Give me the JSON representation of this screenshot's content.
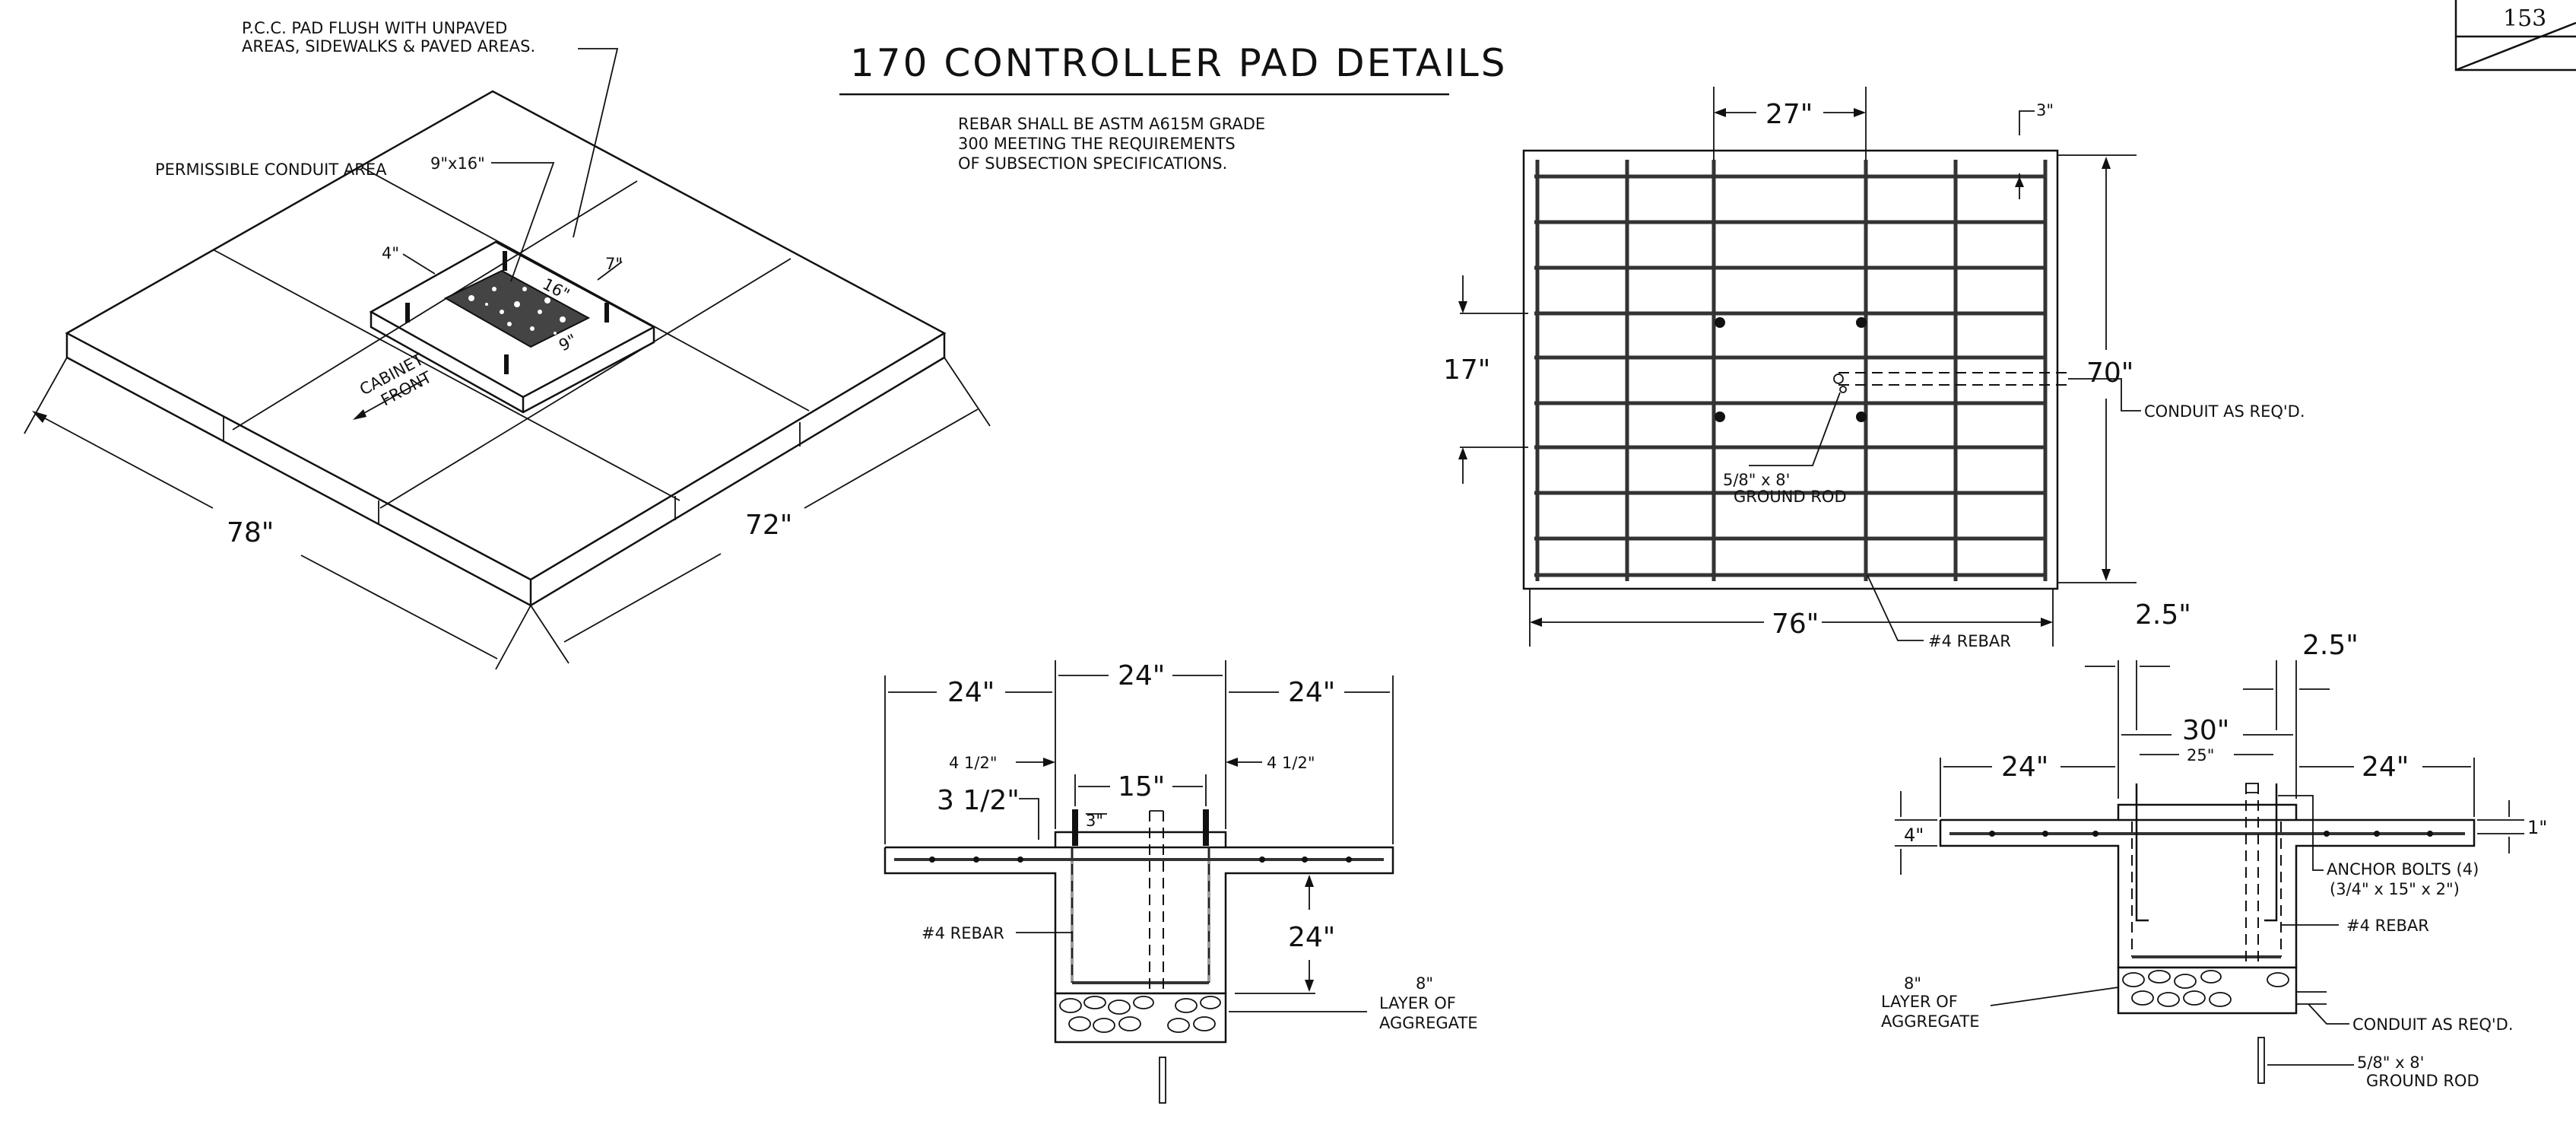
{
  "title": "170 CONTROLLER PAD DETAILS",
  "sheet_number": "153",
  "rebar_note": [
    "REBAR SHALL BE ASTM A615M GRADE",
    "300 MEETING THE REQUIREMENTS",
    "OF SUBSECTION SPECIFICATIONS."
  ],
  "iso": {
    "pcc_note": [
      "P.C.C. PAD FLUSH WITH UNPAVED",
      "AREAS, SIDEWALKS & PAVED AREAS."
    ],
    "conduit_area": "PERMISSIBLE CONDUIT AREA",
    "conduit_size": "9\"x16\"",
    "dim_4": "4\"",
    "dim_7": "7\"",
    "dim_16": "16\"",
    "dim_9": "9\"",
    "cabinet": "CABINET",
    "front": "FRONT",
    "dim_78": "78\"",
    "dim_72": "72\""
  },
  "plan": {
    "dim_27": "27\"",
    "dim_3": "3\"",
    "dim_17": "17\"",
    "dim_70": "70\"",
    "dim_76": "76\"",
    "conduit": "CONDUIT AS REQ'D.",
    "ground_rod": [
      "5/8\" x 8'",
      "GROUND ROD"
    ],
    "rebar": "#4 REBAR"
  },
  "section_a": {
    "dim_left": "24\"",
    "dim_mid": "24\"",
    "dim_right": "24\"",
    "dim_4half_l": "4 1/2\"",
    "dim_4half_r": "4 1/2\"",
    "dim_15": "15\"",
    "dim_3half": "3 1/2\"",
    "dim_3": "3\"",
    "dim_depth": "24\"",
    "rebar": "#4 REBAR",
    "aggregate": [
      "8\"",
      "LAYER OF",
      "AGGREGATE"
    ]
  },
  "section_b": {
    "dim_2_5a": "2.5\"",
    "dim_2_5b": "2.5\"",
    "dim_30": "30\"",
    "dim_25": "25\"",
    "dim_left": "24\"",
    "dim_right": "24\"",
    "dim_4": "4\"",
    "dim_1": "1\"",
    "anchor": [
      "ANCHOR BOLTS (4)",
      "(3/4\" x 15\" x 2\")"
    ],
    "rebar": "#4 REBAR",
    "aggregate": [
      "8\"",
      "LAYER OF",
      "AGGREGATE"
    ],
    "conduit": "CONDUIT AS REQ'D.",
    "ground_rod": [
      "5/8\" x 8'",
      "GROUND ROD"
    ]
  }
}
